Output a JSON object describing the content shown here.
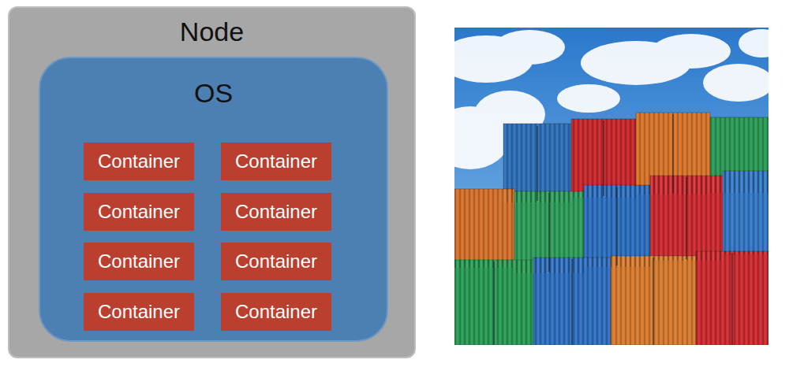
{
  "diagram": {
    "nodes": [
      {
        "text": [
          "Node"
        ]
      },
      {
        "text": [
          "OS"
        ],
        "in": 0
      },
      {
        "text": [
          "Container"
        ],
        "in": 1
      },
      {
        "text": [
          "Container"
        ],
        "in": 1
      },
      {
        "text": [
          "Container"
        ],
        "in": 1
      },
      {
        "text": [
          "Container"
        ],
        "in": 1
      },
      {
        "text": [
          "Container"
        ],
        "in": 1
      },
      {
        "text": [
          "Container"
        ],
        "in": 1
      },
      {
        "text": [
          "Container"
        ],
        "in": 1
      },
      {
        "text": [
          "Container"
        ],
        "in": 1
      }
    ]
  }
}
